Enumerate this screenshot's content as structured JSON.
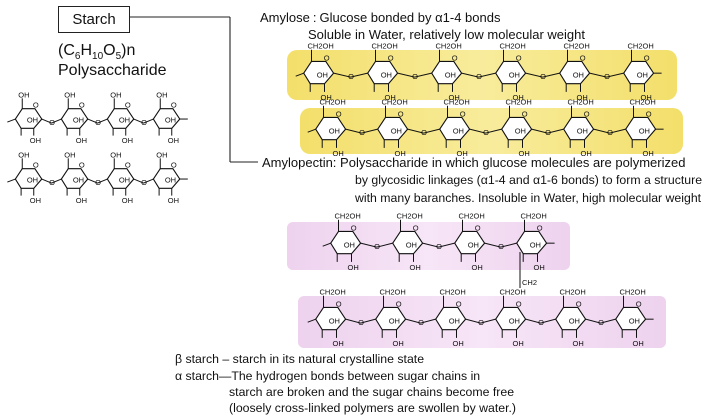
{
  "title": "Starch",
  "formula": {
    "open": "(C",
    "c_sub": "6",
    "h": "H",
    "h_sub": "10",
    "o": "O",
    "o_sub": "5",
    "close": ")n"
  },
  "class_label": "Polysaccharide",
  "amylose": {
    "label": "Amylose",
    "sep": ":",
    "line1": "Glucose bonded by α1-4 bonds",
    "line2": "Soluble in Water,  relatively low molecular weight"
  },
  "amylopectin": {
    "label": "Amylopectin:",
    "line1": "Polysaccharide in which glucose molecules are polymerized",
    "line2": "by glycosidic linkages (α1-4 and α1-6 bonds) to form a structure",
    "line3": "with many baranches. Insoluble in Water, high molecular weight"
  },
  "beta": {
    "term": "β starch",
    "dash": "–",
    "text": "starch in its natural crystalline state"
  },
  "alpha": {
    "term": "α starch",
    "dash": "—",
    "line1": "The hydrogen bonds between sugar chains in",
    "line2": "starch are broken and the sugar chains become free",
    "line3": "(loosely cross-linked polymers are swollen by water.)"
  },
  "chem_labels": {
    "ch2oh": "CH2OH",
    "oh": "OH",
    "o": "O",
    "ch2": "CH2"
  },
  "colors": {
    "amylose_band": "#f5e27a",
    "amylopectin_band": "#f0d6f0",
    "line": "#222222"
  }
}
